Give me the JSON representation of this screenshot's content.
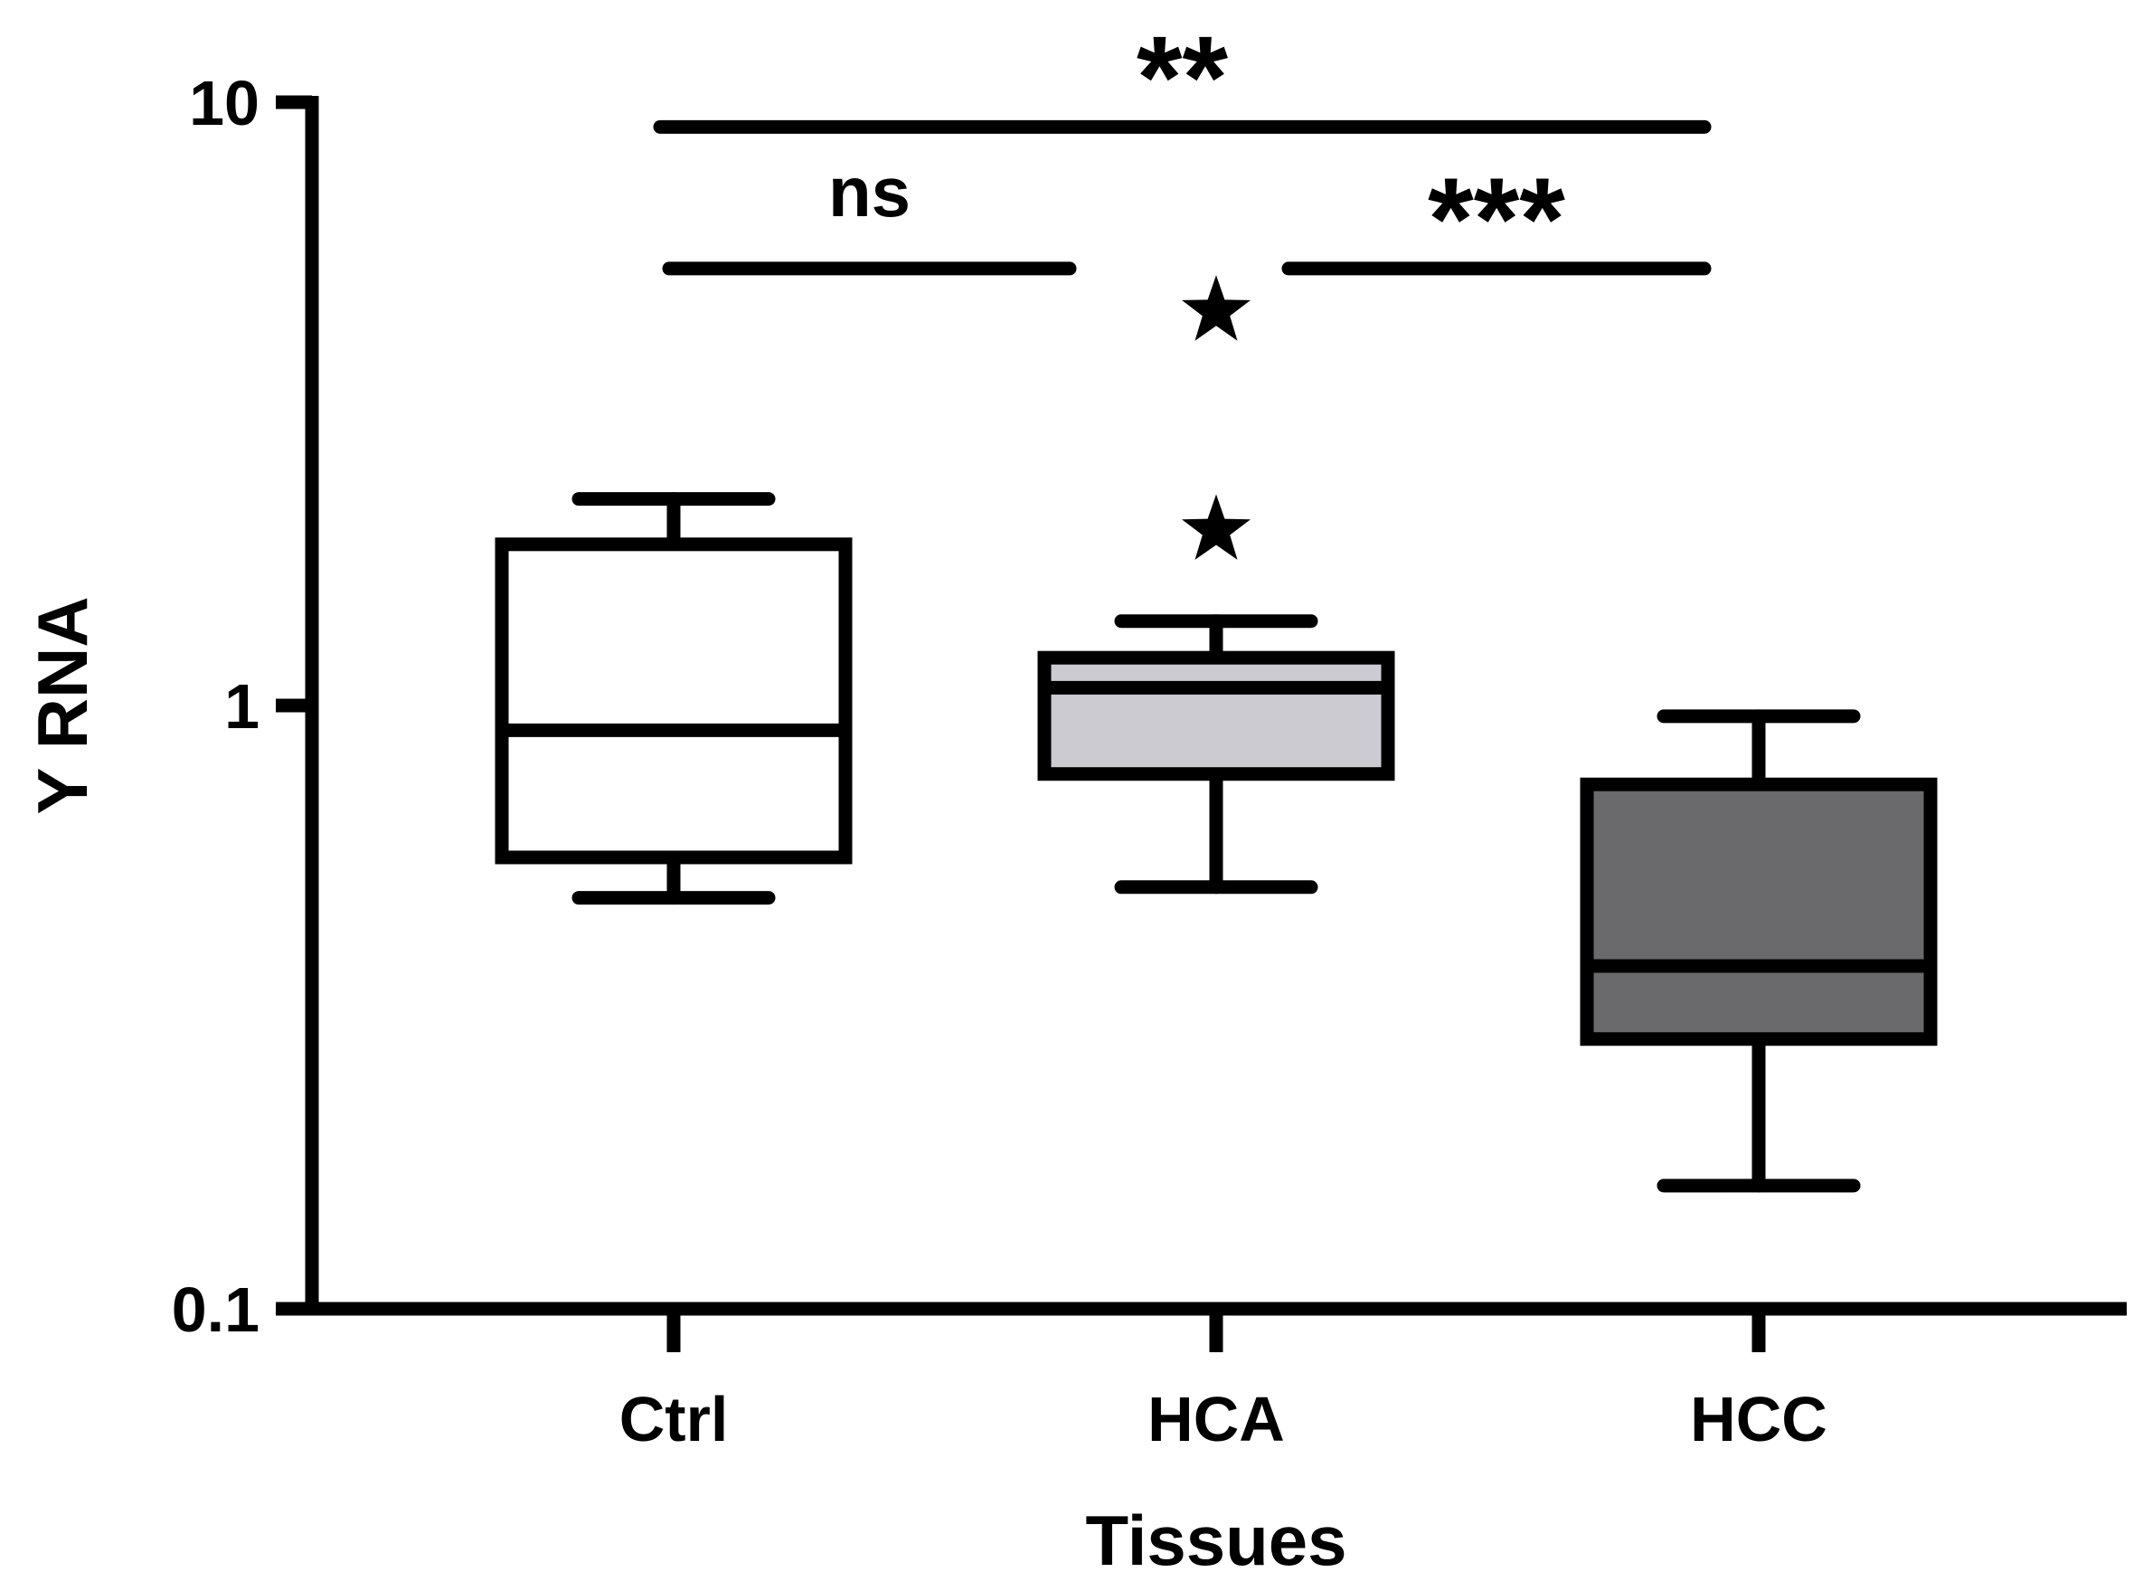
{
  "chart_data": {
    "type": "box",
    "title": "",
    "xlabel": "Tissues",
    "ylabel": "Y RNA",
    "yscale": "log",
    "ylim": [
      0.1,
      10
    ],
    "yticks": [
      {
        "value": 0.1,
        "label": "0.1"
      },
      {
        "value": 1,
        "label": "1"
      },
      {
        "value": 10,
        "label": "10"
      }
    ],
    "grid": false,
    "legend": "none",
    "categories": [
      "Ctrl",
      "HCA",
      "HCC"
    ],
    "boxes": [
      {
        "category": "Ctrl",
        "whisker_low": 0.48,
        "q1": 0.56,
        "median": 0.91,
        "q3": 1.85,
        "whisker_high": 2.2,
        "outliers": [],
        "fill": "#ffffff"
      },
      {
        "category": "HCA",
        "whisker_low": 0.5,
        "q1": 0.77,
        "median": 1.07,
        "q3": 1.2,
        "whisker_high": 1.38,
        "outliers": [
          1.95,
          4.5
        ],
        "fill": "#cbcbd1"
      },
      {
        "category": "HCC",
        "whisker_low": 0.16,
        "q1": 0.28,
        "median": 0.37,
        "q3": 0.74,
        "whisker_high": 0.96,
        "outliers": [],
        "fill": "#6a6a6c"
      }
    ],
    "annotations": [
      {
        "label": "ns",
        "from": "Ctrl",
        "to": "HCA",
        "y": 5.3
      },
      {
        "label": "***",
        "from": "HCA",
        "to": "HCC",
        "y": 5.3
      },
      {
        "label": "**",
        "from": "Ctrl",
        "to": "HCC",
        "y": 9.1
      }
    ]
  }
}
